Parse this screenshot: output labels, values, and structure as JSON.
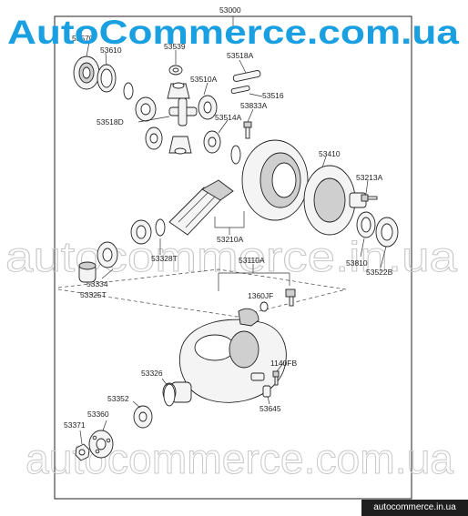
{
  "branding": {
    "brand_text": "AutoCommerce.com.ua",
    "watermark_middle": "autocommerce.in.ua",
    "watermark_bottom": "autocommerce.com.ua",
    "footer_badge": "autocommerce.in.ua"
  },
  "labels": {
    "top_assembly": "53000",
    "p53570": "53570",
    "p53610": "53610",
    "p53539": "53539",
    "p53518A": "53518A",
    "p53510A": "53510A",
    "p53516": "53516",
    "p53833A": "53833A",
    "p53518D": "53518D",
    "p53514A": "53514A",
    "p53410": "53410",
    "p53213A": "53213A",
    "p53210A": "53210A",
    "p53328T": "53328T",
    "p53810": "53810",
    "p53522B": "53522B",
    "p53110A": "53110A",
    "p1360JF": "1360JF",
    "p53334": "53334",
    "p53325T": "53325T",
    "p53326": "53326",
    "p1140FB": "1140FB",
    "p53352": "53352",
    "p53360": "53360",
    "p53645": "53645",
    "p53371": "53371"
  }
}
